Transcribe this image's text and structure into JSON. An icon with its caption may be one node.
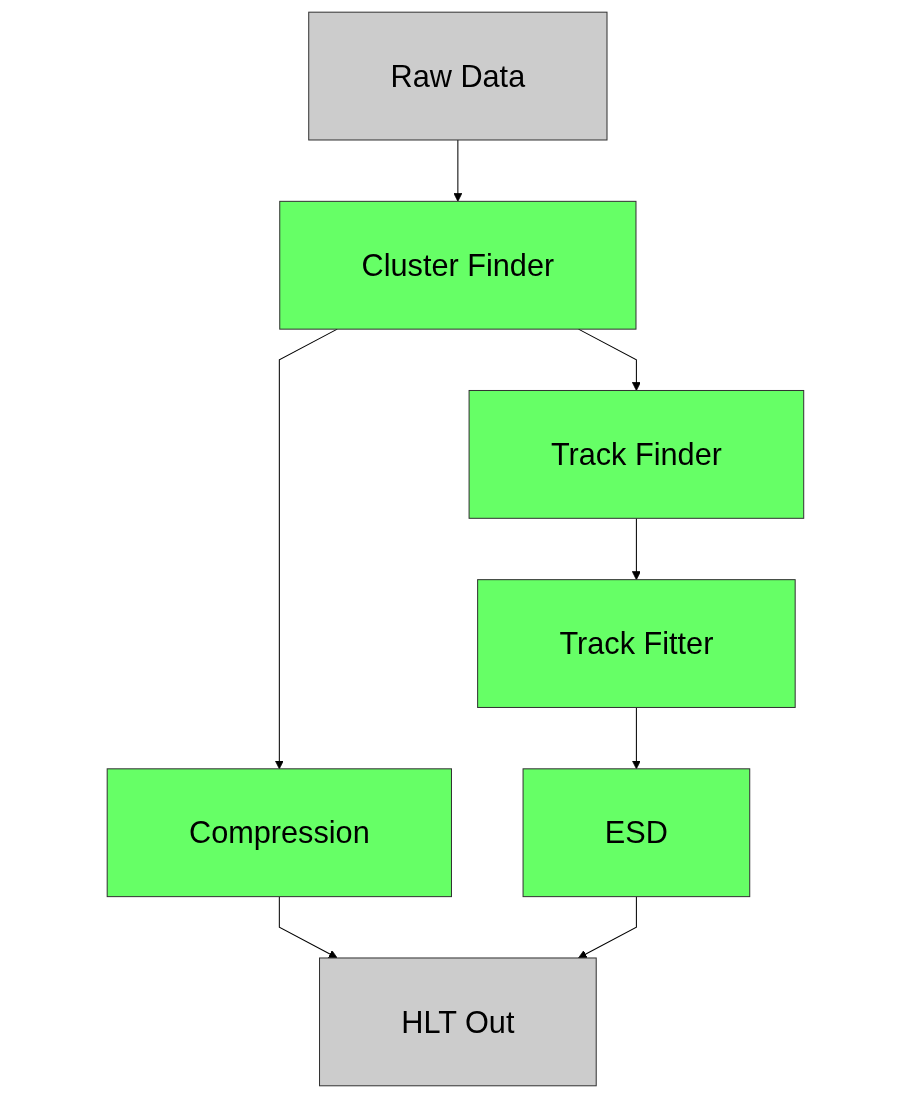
{
  "diagram": {
    "nodes": [
      {
        "text": [
          "Raw Data"
        ]
      },
      {
        "text": [
          "Cluster Finder"
        ]
      },
      {
        "text": [
          "Compression"
        ]
      },
      {
        "text": [
          "Track Finder"
        ]
      },
      {
        "text": [
          "Track Fitter"
        ]
      },
      {
        "text": [
          "ESD"
        ]
      },
      {
        "text": [
          "HLT Out"
        ]
      }
    ],
    "edges": [
      {
        "from": 0,
        "to": 1,
        "arrow": "to"
      },
      {
        "from": 1,
        "to": 2,
        "arrow": "to"
      },
      {
        "from": 1,
        "to": 3,
        "arrow": "to"
      },
      {
        "from": 3,
        "to": 4,
        "arrow": "to"
      },
      {
        "from": 4,
        "to": 5,
        "arrow": "to"
      },
      {
        "from": 2,
        "to": 6,
        "arrow": "to"
      },
      {
        "from": 5,
        "to": 6,
        "arrow": "to"
      }
    ]
  }
}
